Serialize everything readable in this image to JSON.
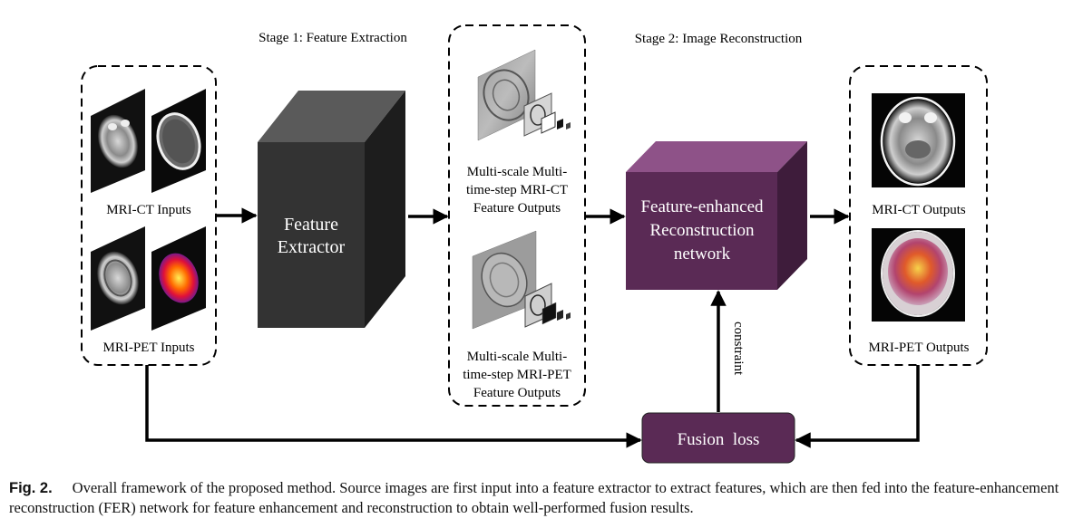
{
  "stages": {
    "stage1": "Stage 1: Feature Extraction",
    "stage2": "Stage 2: Image Reconstruction"
  },
  "inputs": {
    "mri_ct_label": "MRI-CT Inputs",
    "mri_pet_label": "MRI-PET Inputs"
  },
  "extractor": {
    "line1": "Feature",
    "line2": "Extractor"
  },
  "features": {
    "ct_line1": "Multi-scale Multi-",
    "ct_line2": "time-step MRI-CT",
    "ct_line3": "Feature Outputs",
    "pet_line1": "Multi-scale Multi-",
    "pet_line2": "time-step MRI-PET",
    "pet_line3": "Feature Outputs"
  },
  "reconstruction": {
    "line1": "Feature-enhanced",
    "line2": "Reconstruction",
    "line3": "network"
  },
  "outputs": {
    "mri_ct_label": "MRI-CT Outputs",
    "mri_pet_label": "MRI-PET Outputs"
  },
  "loss": {
    "label": "Fusion  loss",
    "constraint": "constraint"
  },
  "caption": {
    "fig_label": "Fig. 2.",
    "text": "Overall framework of the proposed method. Source images are first input into a feature extractor to extract features, which are then fed into the feature-enhancement reconstruction (FER) network for feature enhancement and reconstruction to obtain well-performed fusion results."
  },
  "colors": {
    "extractor_front": "#333333",
    "extractor_top": "#5a5a5a",
    "extractor_side": "#1d1d1d",
    "recon_front": "#5a2a55",
    "recon_top": "#8e5288",
    "recon_side": "#3e1c3b",
    "loss_fill": "#5a2a55"
  }
}
